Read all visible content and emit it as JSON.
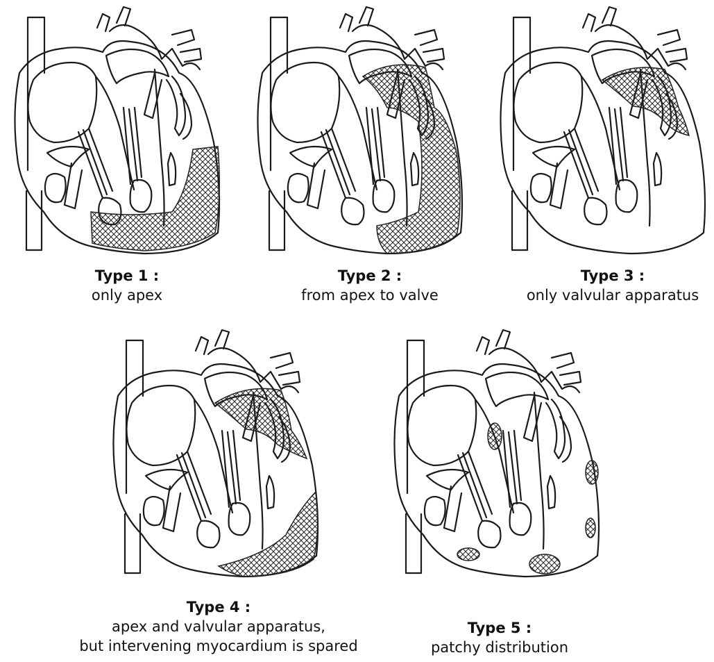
{
  "panels": [
    {
      "type": "Type 1 :",
      "desc": [
        "only apex"
      ],
      "hatch": "apex-hatch"
    },
    {
      "type": "Type 2 :",
      "desc": [
        "from apex to valve"
      ],
      "hatch": "apex-to-valve-hatch"
    },
    {
      "type": "Type 3 :",
      "desc": [
        "only valvular apparatus"
      ],
      "hatch": "valve-hatch"
    },
    {
      "type": "Type 4 :",
      "desc": [
        "apex and valvular apparatus,",
        "but intervening myocardium is spared"
      ],
      "hatch": "apex-and-valve-hatch"
    },
    {
      "type": "Type 5 :",
      "desc": [
        "patchy distribution"
      ],
      "hatch": "patchy-hatch"
    }
  ]
}
